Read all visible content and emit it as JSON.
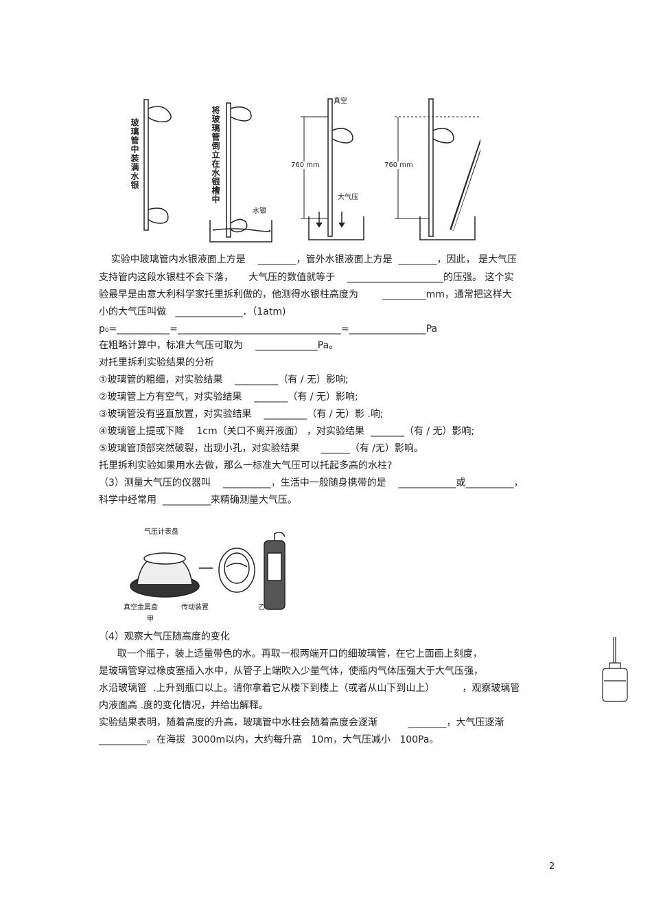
{
  "figure1": {
    "tube1_label": "玻璃管中装满水银",
    "tube2_label": "将玻璃管倒立在水银槽中",
    "mercury_label": "水银",
    "vacuum_label": "真空",
    "height_label_1": "760 mm",
    "atm_label": "大气压",
    "height_label_2": "760 mm"
  },
  "figure2": {
    "gauge_label": "气压计表盘",
    "box_label": "真空金属盒",
    "drive_label": "传动装置",
    "sub_a": "甲",
    "sub_b": "乙"
  },
  "lines": [
    "    实验中玻璃管内水银液面上方是    ________，管外水银液面上方是  ________，因此， 是大气压",
    "支持管内这段水银柱不会下落，     大气压的数值就等于    ____________________的压强。 这个实",
    "验最早是由意大利科学家托里拆利做的，他测得水银柱高度为        _________mm，通常把这样大",
    "小的大气压叫做   ______________．（1atm)",
    "p₀=___________=__________________________________=________________Pa",
    "在粗略计算中，标准大气压可取为    _____________Pa。",
    "对托里拆利实验结果的分析",
    "①玻璃管的粗细，对实验结果    _________（有 / 无）影响;",
    "②玻璃管上方有空气，对实验结果    _______（有 / 无）影响;",
    "③玻璃管没有竖直放置，对实验结果    _________（有 / 无）影 .响;",
    "④玻璃管上提或下降    1cm（关口不离开液面） ，对实验结果  _______（有 / 无）影响;",
    "⑤玻璃管顶部突然破裂，出现小孔，对实验结果       ______（有 /无）影响。",
    "托里拆利实验如果用水去做，那么一标准大气压可以托起多高的水柱?",
    "（3）测量大气压的仪器叫    __________，生活中一般随身携带的是    ____________或__________，",
    "科学中经常用  __________来精确测量大气压。"
  ],
  "lines2": [
    "（4）观察大气压随高度的变化",
    "      取一个瓶子，装上适量带色的水。再取一根两端开口的细玻璃管，在它上面画上刻度，",
    "是玻璃管穿过橡皮塞插入水中，从管子上端吹入少量气体，使瓶内气体压强大于大气压强，",
    "水沿玻璃管  .上升到瓶口以上。请你拿着它从楼下到楼上（或者从山下到山上）         ，观察玻璃管",
    "内液面高 .度的变化情况，并给出解释。",
    "实验结果表明，随着高度的升高，玻璃管中水柱会随着高度会逐渐          ________，大气压逐渐",
    "__________。在海拔  3000m以内，大约每升高   10m，大气压减小   100Pa。"
  ],
  "page_number": "2"
}
